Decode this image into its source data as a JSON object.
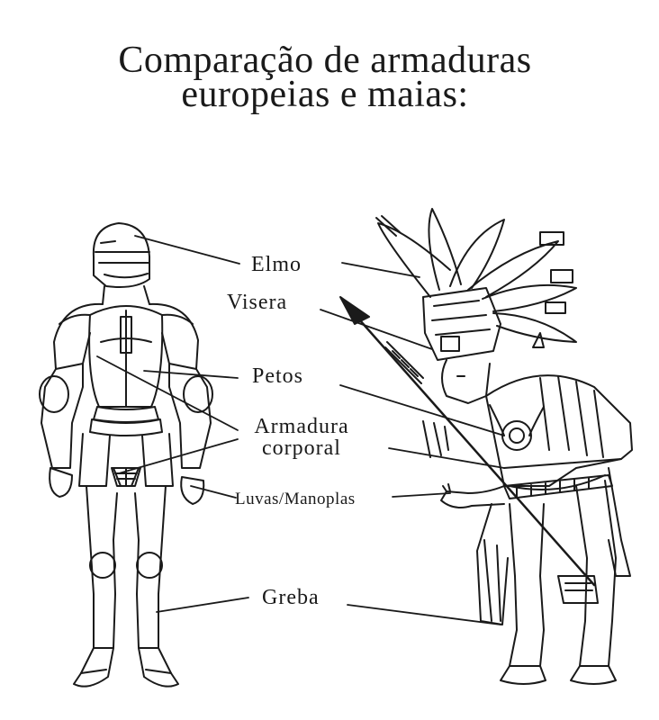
{
  "title": {
    "line1": "Comparação de armaduras",
    "line2": "europeias e maias:"
  },
  "labels": {
    "elmo": "Elmo",
    "visera": "Visera",
    "petos": "Petos",
    "armadura_line1": "Armadura",
    "armadura_line2": "corporal",
    "luvas": "Luvas/Manoplas",
    "greba": "Greba"
  },
  "colors": {
    "ink": "#1a1a1a",
    "background": "#ffffff"
  }
}
